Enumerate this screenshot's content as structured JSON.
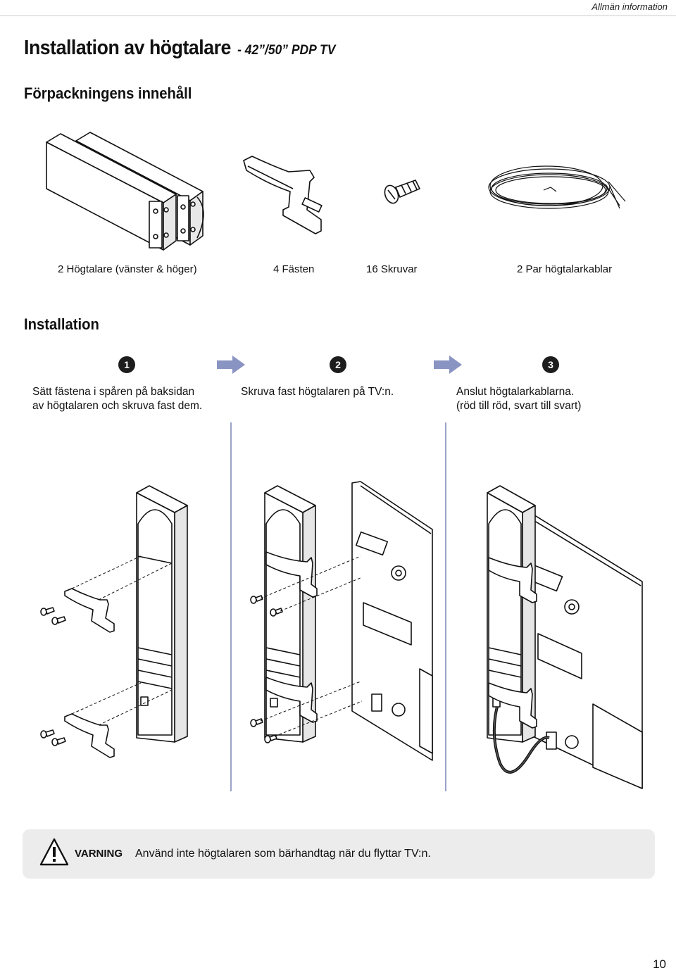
{
  "header": {
    "section": "Allmän information"
  },
  "title": {
    "main": "Installation av högtalare",
    "sub": "- 42”/50” PDP TV"
  },
  "contents": {
    "heading": "Förpackningens innehåll",
    "items": [
      {
        "label": "2 Högtalare (vänster & höger)",
        "icon": "speakers-pair"
      },
      {
        "label": "4 Fästen",
        "icon": "bracket"
      },
      {
        "label": "16 Skruvar",
        "icon": "screw"
      },
      {
        "label": "2 Par högtalarkablar",
        "icon": "cable-coil"
      }
    ]
  },
  "installation": {
    "heading": "Installation",
    "steps": [
      {
        "number": "1",
        "text_line1": "Sätt fästena i spåren på baksidan",
        "text_line2": "av högtalaren och skruva fast dem."
      },
      {
        "number": "2",
        "text_line1": "Skruva fast högtalaren på TV:n.",
        "text_line2": ""
      },
      {
        "number": "3",
        "text_line1": "Anslut högtalarkablarna.",
        "text_line2": "(röd till röd, svart till svart)"
      }
    ]
  },
  "warning": {
    "label": "VARNING",
    "text": "Använd inte högtalaren som bärhandtag när du flyttar TV:n.",
    "icon": "warning-triangle-icon"
  },
  "footer": {
    "page": "10"
  },
  "colors": {
    "arrow": "#8a94c2",
    "divider": "#9aa2c9",
    "warning_bg": "#ececec"
  }
}
